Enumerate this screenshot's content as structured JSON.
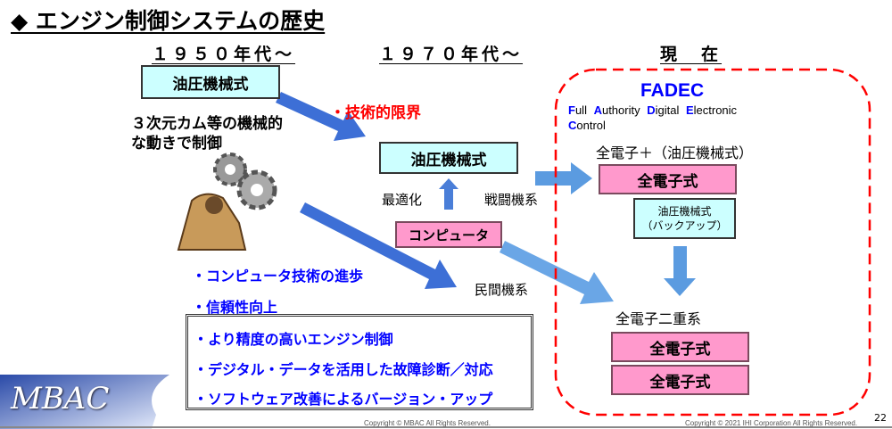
{
  "title": "◆ エンジン制御システムの歴史",
  "eras": [
    "１９５０年代～",
    "１９７０年代～",
    "現　在"
  ],
  "era1950": {
    "box": "油圧機械式",
    "description": [
      "３次元カム等の機械的",
      "な動きで制御"
    ]
  },
  "limit_label": "・技術的限界",
  "era1970": {
    "box": "油圧機械式",
    "optimize": "最適化",
    "computer": "コンピュータ",
    "military": "戦闘機系",
    "civil": "民間機系"
  },
  "progress": [
    "・コンピュータ技術の進歩",
    "・信頼性向上"
  ],
  "benefits": [
    "・より精度の高いエンジン制御",
    "・デジタル・データを活用した故障診断／対応",
    "・ソフトウェア改善によるバージョン・アップ"
  ],
  "current": {
    "fadec": "FADEC",
    "fadec_full": [
      "F",
      "ull ",
      "A",
      "uthority ",
      "D",
      "igital ",
      "E",
      "lectronic"
    ],
    "fadec_full2": [
      "C",
      "ontrol"
    ],
    "hybrid_label": "全電子＋（油圧機械式）",
    "hybrid_box": "全電子式",
    "backup_box": [
      "油圧機械式",
      "（バックアップ）"
    ],
    "dual_label": "全電子二重系",
    "dual_boxes": [
      "全電子式",
      "全電子式"
    ]
  },
  "logo": "MBAC",
  "copyright_left": "Copyright © MBAC All Rights Reserved.",
  "copyright_right": "Copyright © 2021 IHI Corporation All Rights Reserved.",
  "page_number": "22",
  "colors": {
    "accent_blue": "#0000ff",
    "arrow_blue": "#4a8fd8",
    "red": "#ff0000",
    "cyan": "#ccffff",
    "pink": "#ff99cc"
  }
}
